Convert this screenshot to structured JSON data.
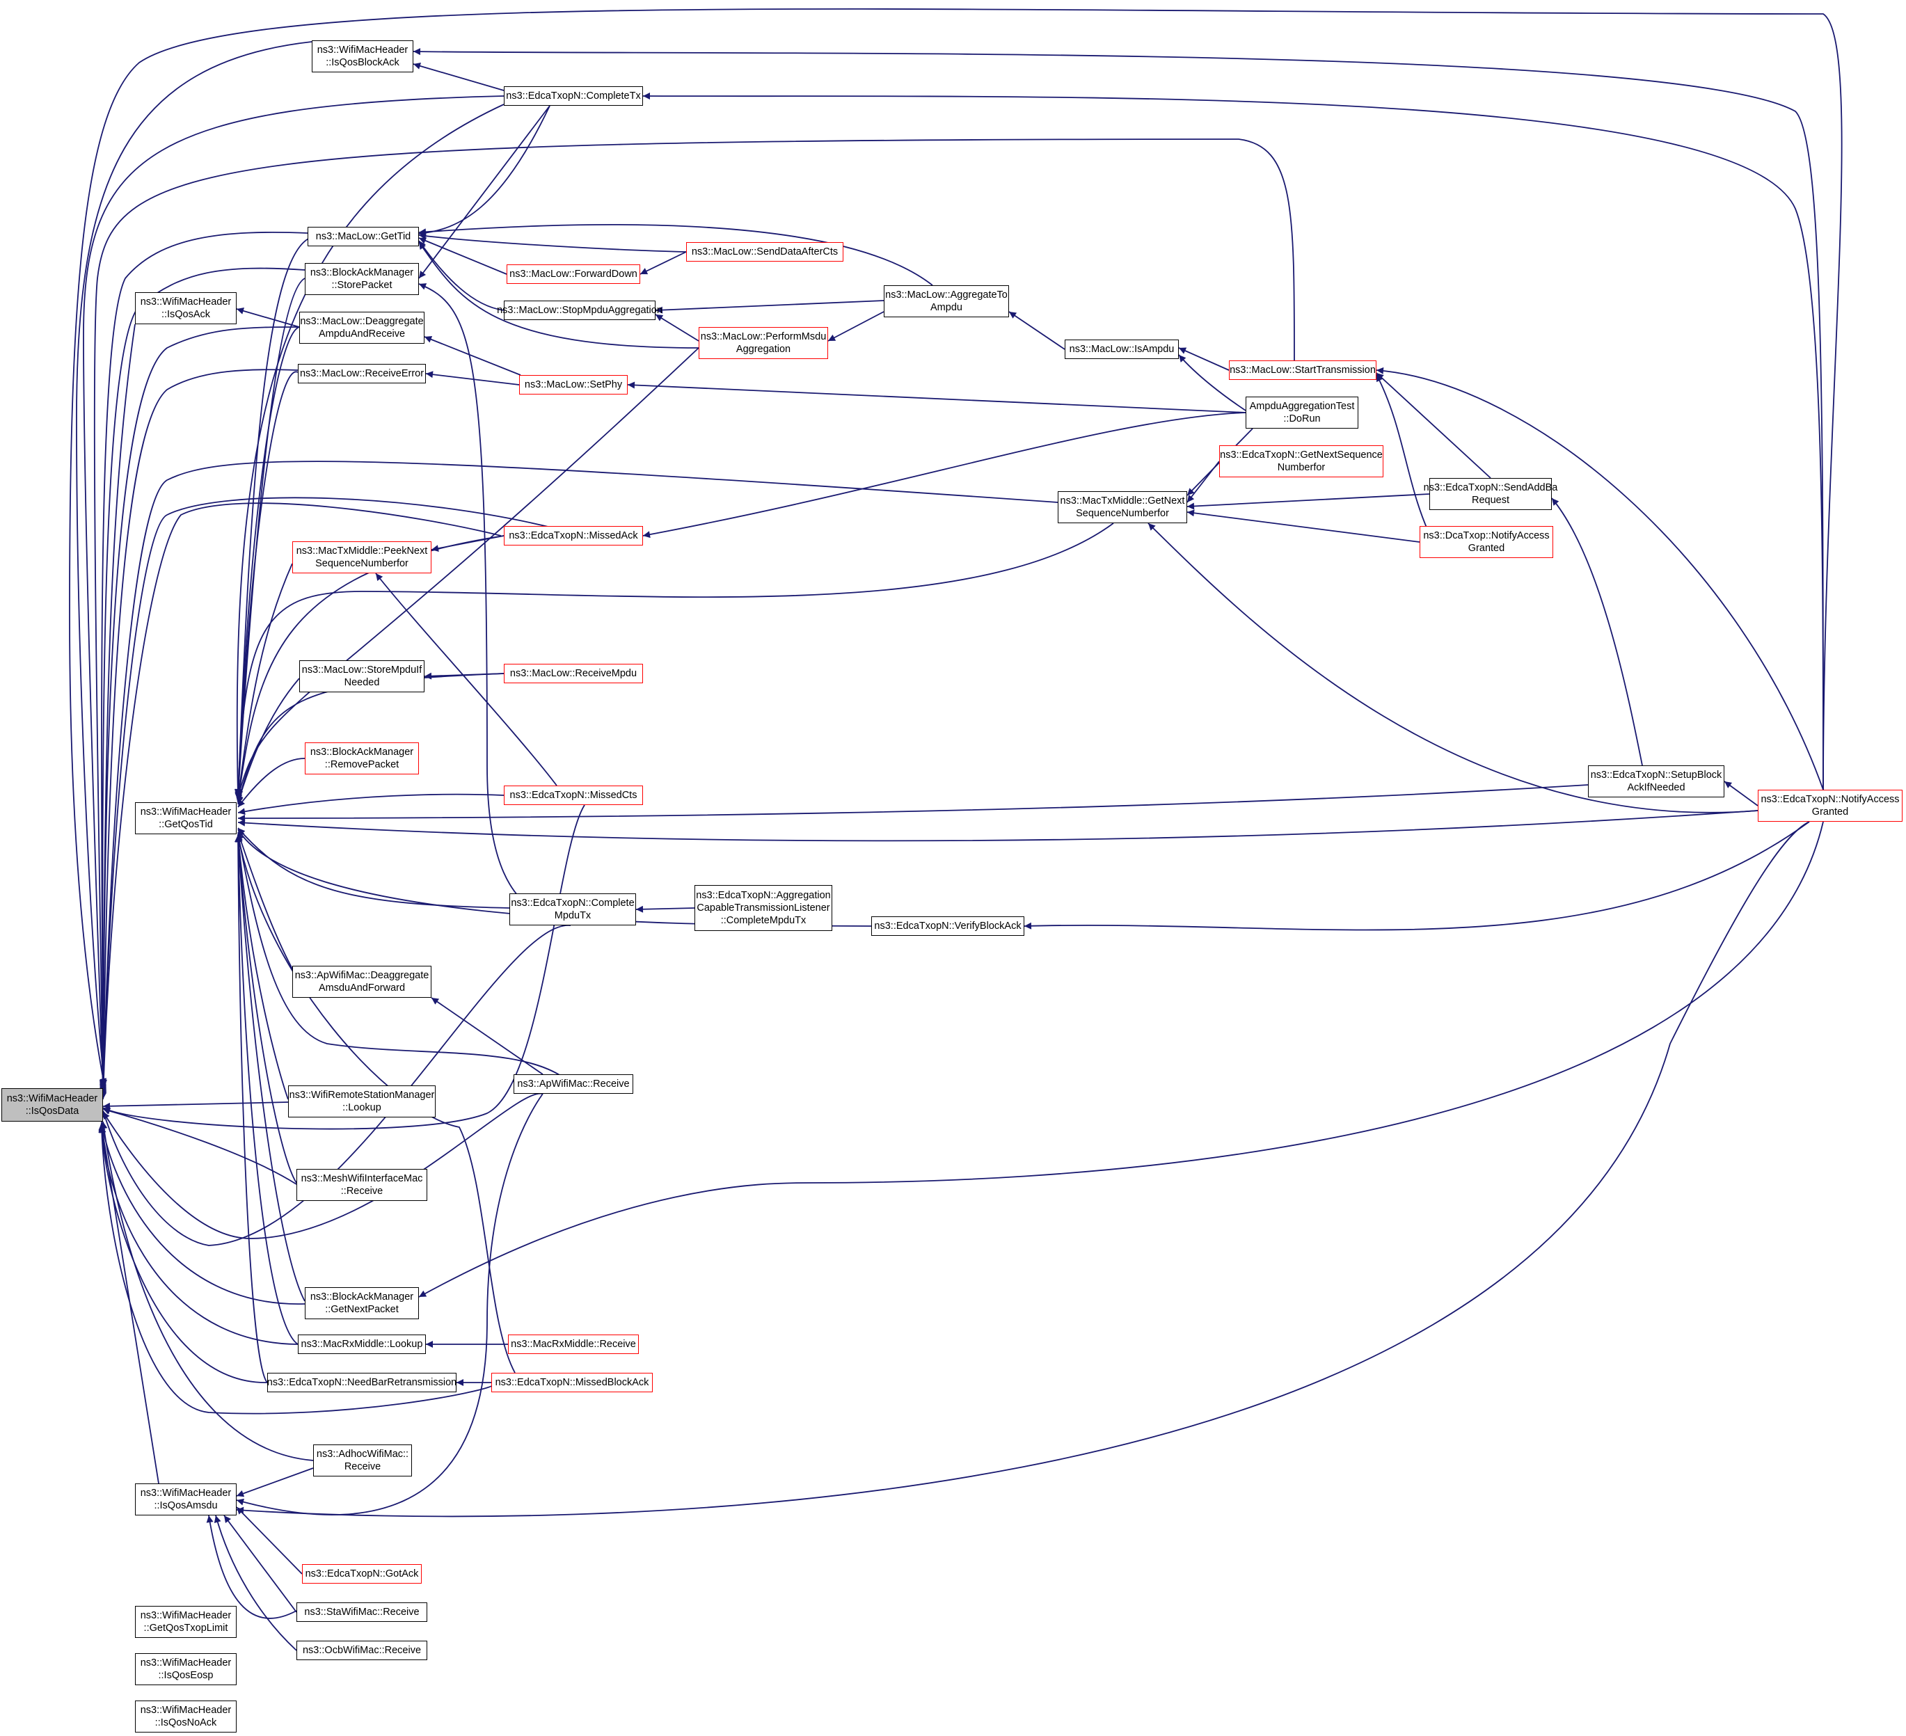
{
  "colors": {
    "edge": "#191970",
    "node_border": "#000000",
    "link_node_border": "#ff0000",
    "focus_fill": "#bfbfbf"
  },
  "nodes": {
    "isqosdata": "ns3::WifiMacHeader\n::IsQosData",
    "isqosblockack": "ns3::WifiMacHeader\n::IsQosBlockAck",
    "completetx": "ns3::EdcaTxopN::CompleteTx",
    "gettid": "ns3::MacLow::GetTid",
    "storepacket": "ns3::BlockAckManager\n::StorePacket",
    "senddataaftercts": "ns3::MacLow::SendDataAfterCts",
    "forwarddown": "ns3::MacLow::ForwardDown",
    "isqosack": "ns3::WifiMacHeader\n::IsQosAck",
    "stopmpduaggregation": "ns3::MacLow::StopMpduAggregation",
    "aggregatetoampdu": "ns3::MacLow::AggregateTo\nAmpdu",
    "deaggregateampdu": "ns3::MacLow::Deaggregate\nAmpduAndReceive",
    "performmsdu": "ns3::MacLow::PerformMsdu\nAggregation",
    "isampdu": "ns3::MacLow::IsAmpdu",
    "starttransmission": "ns3::MacLow::StartTransmission",
    "receiveerror": "ns3::MacLow::ReceiveError",
    "setphy": "ns3::MacLow::SetPhy",
    "dorun": "AmpduAggregationTest\n::DoRun",
    "getnextseqnumberfor2": "ns3::EdcaTxopN::GetNextSequence\nNumberfor",
    "getnextseqnumberfor": "ns3::MacTxMiddle::GetNext\nSequenceNumberfor",
    "sendaddbarequest": "ns3::EdcaTxopN::SendAddBa\nRequest",
    "peeknextseq": "ns3::MacTxMiddle::PeekNext\nSequenceNumberfor",
    "missedack": "ns3::EdcaTxopN::MissedAck",
    "dcanotifyaccess": "ns3::DcaTxop::NotifyAccess\nGranted",
    "storempduifneeded": "ns3::MacLow::StoreMpduIf\nNeeded",
    "receivempdu": "ns3::MacLow::ReceiveMpdu",
    "removepacket": "ns3::BlockAckManager\n::RemovePacket",
    "getqostid": "ns3::WifiMacHeader\n::GetQosTid",
    "missedcts": "ns3::EdcaTxopN::MissedCts",
    "setupblockack": "ns3::EdcaTxopN::SetupBlock\nAckIfNeeded",
    "edcanotifyaccess": "ns3::EdcaTxopN::NotifyAccess\nGranted",
    "completempdutx": "ns3::EdcaTxopN::Complete\nMpduTx",
    "aggregationlistener": "ns3::EdcaTxopN::Aggregation\nCapableTransmissionListener\n::CompleteMpduTx",
    "verifyblockack": "ns3::EdcaTxopN::VerifyBlockAck",
    "apdeaggregate": "ns3::ApWifiMac::Deaggregate\nAmsduAndForward",
    "apreceive": "ns3::ApWifiMac::Receive",
    "rsmlookup": "ns3::WifiRemoteStationManager\n::Lookup",
    "meshreceive": "ns3::MeshWifiInterfaceMac\n::Receive",
    "getnextpacket": "ns3::BlockAckManager\n::GetNextPacket",
    "rxlookup": "ns3::MacRxMiddle::Lookup",
    "rxreceive": "ns3::MacRxMiddle::Receive",
    "needbarretrans": "ns3::EdcaTxopN::NeedBarRetransmission",
    "missedblockack": "ns3::EdcaTxopN::MissedBlockAck",
    "adhocreceive": "ns3::AdhocWifiMac::\nReceive",
    "isqosamsdu": "ns3::WifiMacHeader\n::IsQosAmsdu",
    "gotack": "ns3::EdcaTxopN::GotAck",
    "stareceive": "ns3::StaWifiMac::Receive",
    "getqostxoplimit": "ns3::WifiMacHeader\n::GetQosTxopLimit",
    "ocbreceive": "ns3::OcbWifiMac::Receive",
    "isqoseosp": "ns3::WifiMacHeader\n::IsQosEosp",
    "isqosnoack": "ns3::WifiMacHeader\n::IsQosNoAck"
  }
}
